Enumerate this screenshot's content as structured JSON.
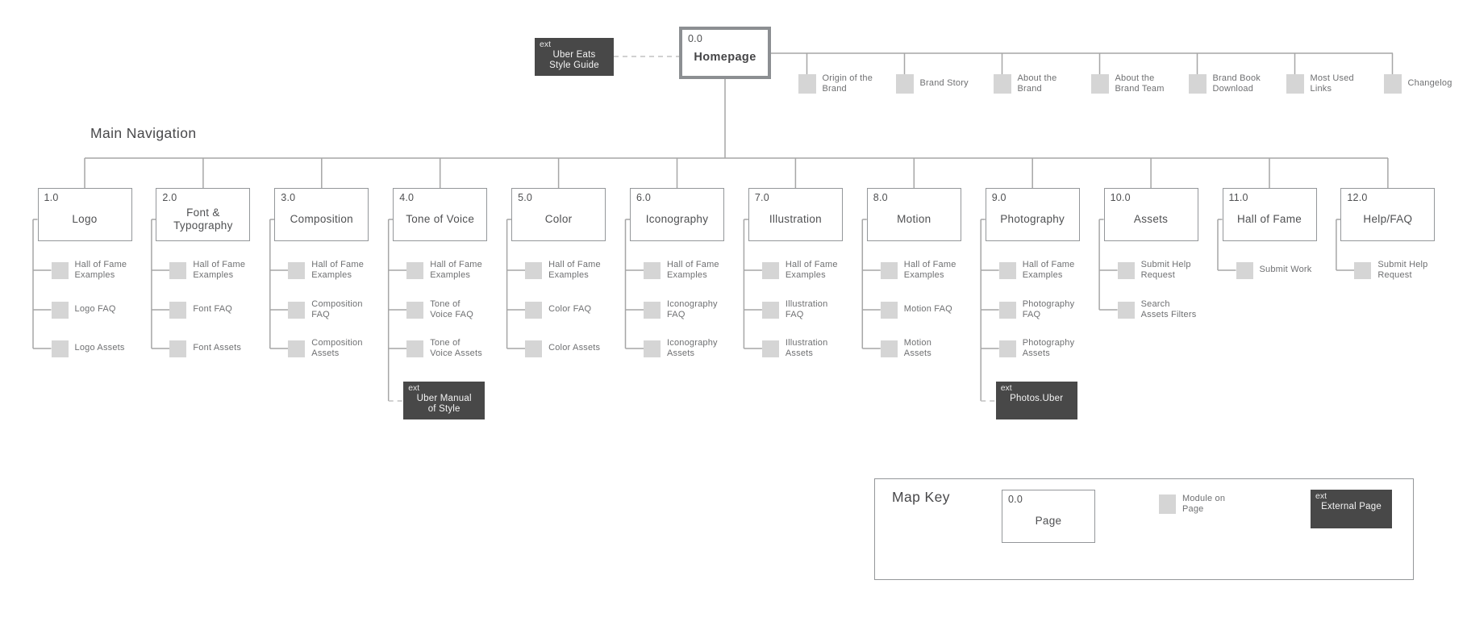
{
  "root": {
    "id": "0.0",
    "title": "Homepage"
  },
  "external_root": {
    "tag": "ext",
    "label": "Uber Eats\nStyle Guide"
  },
  "main_nav_label": "Main Navigation",
  "homepage_modules": [
    "Origin of the\nBrand",
    "Brand Story",
    "About the\nBrand",
    "About the\nBrand Team",
    "Brand Book\nDownload",
    "Most Used\nLinks",
    "Changelog"
  ],
  "sections": [
    {
      "id": "1.0",
      "title": "Logo",
      "modules": [
        "Hall of Fame\nExamples",
        "Logo FAQ",
        "Logo Assets"
      ]
    },
    {
      "id": "2.0",
      "title": "Font &\nTypography",
      "modules": [
        "Hall of Fame\nExamples",
        "Font FAQ",
        "Font Assets"
      ]
    },
    {
      "id": "3.0",
      "title": "Composition",
      "modules": [
        "Hall of Fame\nExamples",
        "Composition\nFAQ",
        "Composition\nAssets"
      ]
    },
    {
      "id": "4.0",
      "title": "Tone of Voice",
      "modules": [
        "Hall of Fame\nExamples",
        "Tone of\nVoice FAQ",
        "Tone of\nVoice Assets"
      ],
      "external": {
        "tag": "ext",
        "label": "Uber Manual\nof Style"
      }
    },
    {
      "id": "5.0",
      "title": "Color",
      "modules": [
        "Hall of Fame\nExamples",
        "Color FAQ",
        "Color Assets"
      ]
    },
    {
      "id": "6.0",
      "title": "Iconography",
      "modules": [
        "Hall of Fame\nExamples",
        "Iconography\nFAQ",
        "Iconography\nAssets"
      ]
    },
    {
      "id": "7.0",
      "title": "Illustration",
      "modules": [
        "Hall of Fame\nExamples",
        "Illustration\nFAQ",
        "Illustration\nAssets"
      ]
    },
    {
      "id": "8.0",
      "title": "Motion",
      "modules": [
        "Hall of Fame\nExamples",
        "Motion FAQ",
        "Motion\nAssets"
      ]
    },
    {
      "id": "9.0",
      "title": "Photography",
      "modules": [
        "Hall of Fame\nExamples",
        "Photography\nFAQ",
        "Photography\nAssets"
      ],
      "external": {
        "tag": "ext",
        "label": "Photos.Uber"
      }
    },
    {
      "id": "10.0",
      "title": "Assets",
      "modules": [
        "Submit Help\nRequest",
        "Search\nAssets Filters"
      ]
    },
    {
      "id": "11.0",
      "title": "Hall of Fame",
      "modules": [
        "Submit Work"
      ]
    },
    {
      "id": "12.0",
      "title": "Help/FAQ",
      "modules": [
        "Submit Help\nRequest"
      ]
    }
  ],
  "map_key": {
    "label": "Map Key",
    "page_sample": {
      "id": "0.0",
      "title": "Page"
    },
    "module_label": "Module on\nPage",
    "external_sample": {
      "tag": "ext",
      "label": "External Page"
    }
  },
  "colors": {
    "external_box": "#484848",
    "module_square": "#d5d5d5",
    "box_border": "#94979a",
    "connector": "#a6a6a6",
    "text": "#58595b",
    "background": "#ffffff"
  }
}
